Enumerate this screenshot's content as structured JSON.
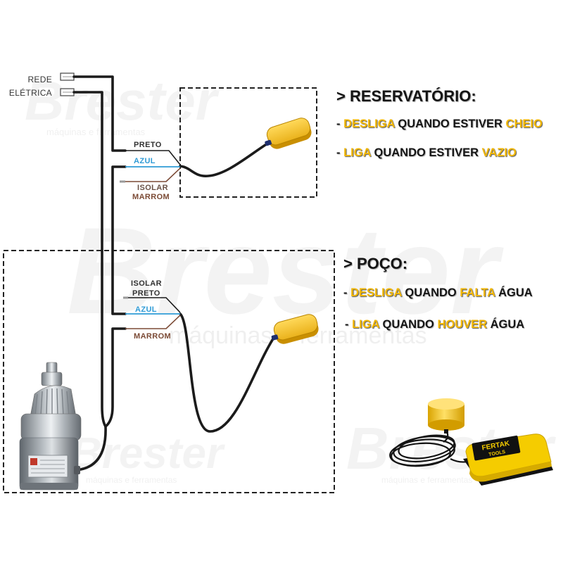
{
  "power_source": {
    "line1": "REDE",
    "line2": "ELÉTRICA"
  },
  "reservoir": {
    "heading": "> RESERVATÓRIO:",
    "wires": {
      "preto": "PRETO",
      "azul": "AZUL",
      "isolar": "ISOLAR",
      "marrom": "MARROM"
    },
    "rules": [
      {
        "dash": "-",
        "action": "DESLIGA",
        "condition": "QUANDO ESTIVER",
        "state": "CHEIO"
      },
      {
        "dash": "-",
        "action": "LIGA",
        "condition": "QUANDO ESTIVER",
        "state": "VAZIO"
      }
    ]
  },
  "well": {
    "heading": "> POÇO:",
    "wires": {
      "isolar": "ISOLAR",
      "preto": "PRETO",
      "azul": "AZUL",
      "marrom": "MARROM"
    },
    "rules": [
      {
        "dash": "-",
        "action": "DESLIGA",
        "condition": "QUANDO",
        "state": "FALTA",
        "tail": "ÁGUA"
      },
      {
        "dash": "-",
        "action": "LIGA",
        "condition": "QUANDO",
        "state": "HOUVER",
        "tail": "ÁGUA"
      }
    ]
  },
  "product": {
    "brand_line1": "FERTAK",
    "brand_line2": "TOOLS"
  },
  "watermark": {
    "brand": "Brester",
    "tagline": "máquinas e ferramentas"
  },
  "icons": {
    "power": "plug-terminal-icon",
    "float": "float-switch-icon",
    "pump": "submersible-pump-icon",
    "product": "float-switch-product-photo"
  },
  "colors": {
    "highlight": "#f2b705",
    "text": "#151515",
    "wire_black": "#1b1b1b",
    "wire_blue": "#2f9bd6",
    "wire_brown": "#7b4a35",
    "float_yellow": "#f5c23a",
    "dashed_border": "#222222"
  }
}
